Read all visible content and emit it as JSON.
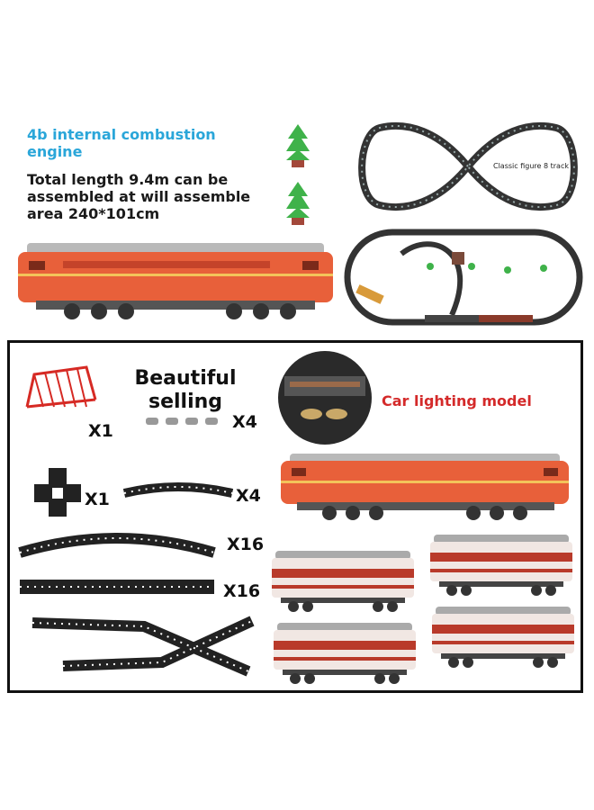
{
  "headline": "4b internal combustion engine",
  "spec_text": "Total length 9.4m can be assembled at will assemble area 240*101cm",
  "track_layout_label": "Classic figure 8 track",
  "contents": {
    "heading": "Beautiful selling",
    "lighting_label": "Car lighting model",
    "qty_bridge": "X1",
    "qty_trees": "X4",
    "qty_crossing": "X1",
    "qty_short_track": "X4",
    "qty_curved_track": "X16",
    "qty_straight_track": "X16"
  },
  "colors": {
    "accent_blue": "#2aa6d9",
    "accent_red": "#d42a2a",
    "locomotive_orange": "#e8603a",
    "track_black": "#222222"
  }
}
